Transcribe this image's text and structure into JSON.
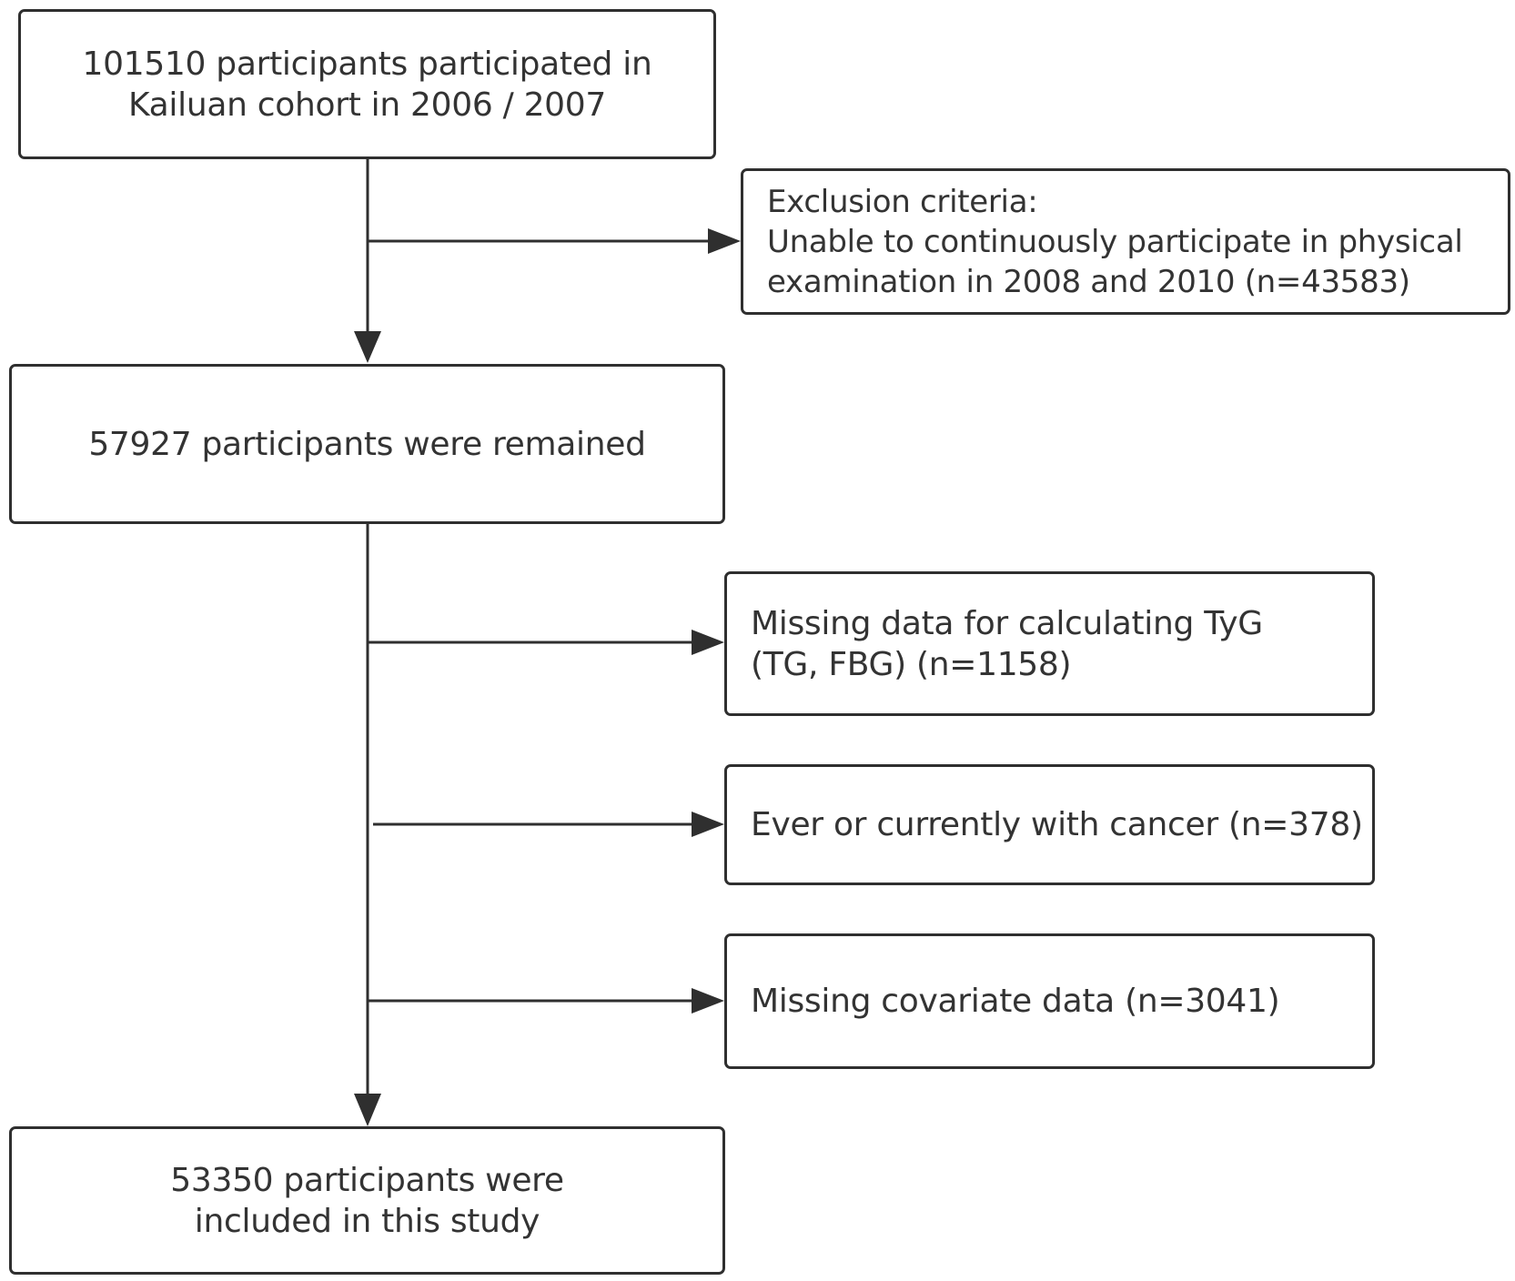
{
  "boxes": {
    "start": {
      "lines": [
        "101510 participants participated in",
        "Kailuan cohort in 2006 / 2007"
      ]
    },
    "exclusion_1": {
      "lines": [
        "Exclusion criteria:",
        "Unable to continuously participate in physical",
        "examination in 2008 and 2010 (n=43583)"
      ]
    },
    "remained": {
      "lines": [
        "57927 participants were remained"
      ]
    },
    "exclusion_2": {
      "lines": [
        "Missing data for calculating TyG",
        "(TG, FBG) (n=1158)"
      ]
    },
    "exclusion_3": {
      "lines": [
        "Ever or currently with cancer (n=378)"
      ]
    },
    "exclusion_4": {
      "lines": [
        "Missing covariate data (n=3041)"
      ]
    },
    "final": {
      "lines": [
        "53350 participants were",
        "included in this study"
      ]
    }
  },
  "colors": {
    "stroke": "#2f2f2f",
    "text": "#333333",
    "background": "#ffffff"
  }
}
